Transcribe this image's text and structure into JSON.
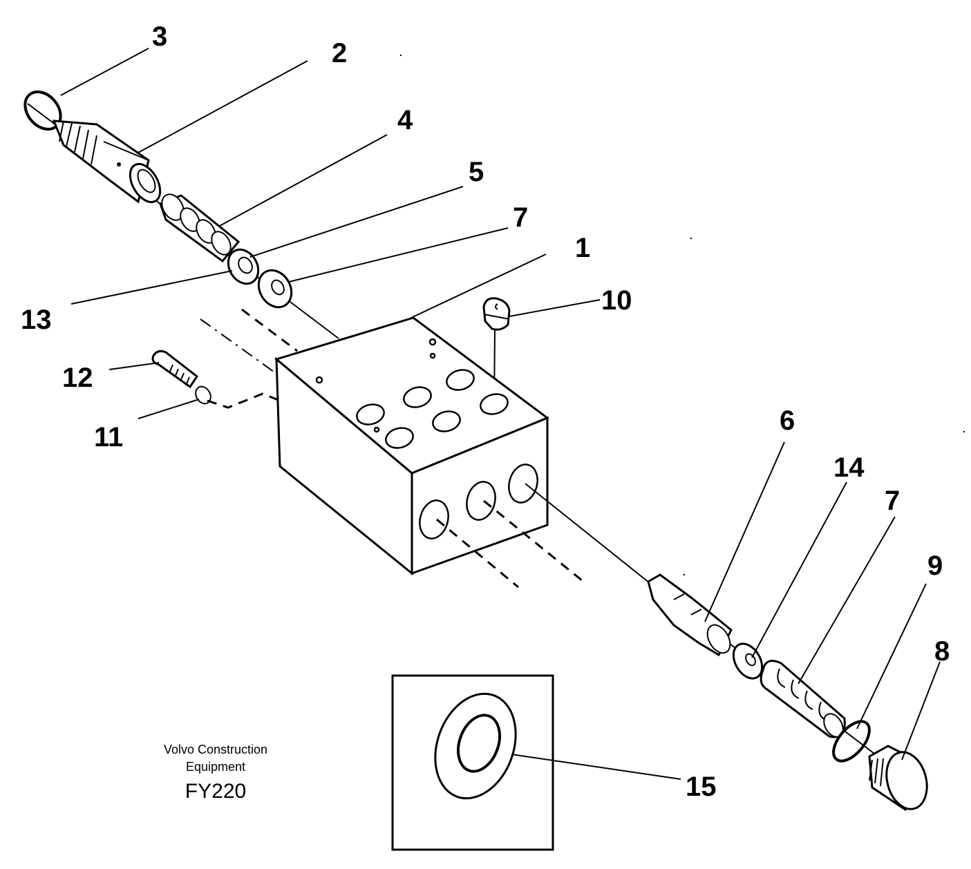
{
  "callouts": [
    {
      "id": "c3",
      "label": "3"
    },
    {
      "id": "c2",
      "label": "2"
    },
    {
      "id": "c4",
      "label": "4"
    },
    {
      "id": "c5",
      "label": "5"
    },
    {
      "id": "c7a",
      "label": "7"
    },
    {
      "id": "c1",
      "label": "1"
    },
    {
      "id": "c10",
      "label": "10"
    },
    {
      "id": "c13",
      "label": "13"
    },
    {
      "id": "c12",
      "label": "12"
    },
    {
      "id": "c11",
      "label": "11"
    },
    {
      "id": "c6",
      "label": "6"
    },
    {
      "id": "c14",
      "label": "14"
    },
    {
      "id": "c7b",
      "label": "7"
    },
    {
      "id": "c9",
      "label": "9"
    },
    {
      "id": "c8",
      "label": "8"
    },
    {
      "id": "c15",
      "label": "15"
    }
  ],
  "footer": {
    "maker_line1": "Volvo Construction",
    "maker_line2": "Equipment",
    "code": "FY220"
  }
}
